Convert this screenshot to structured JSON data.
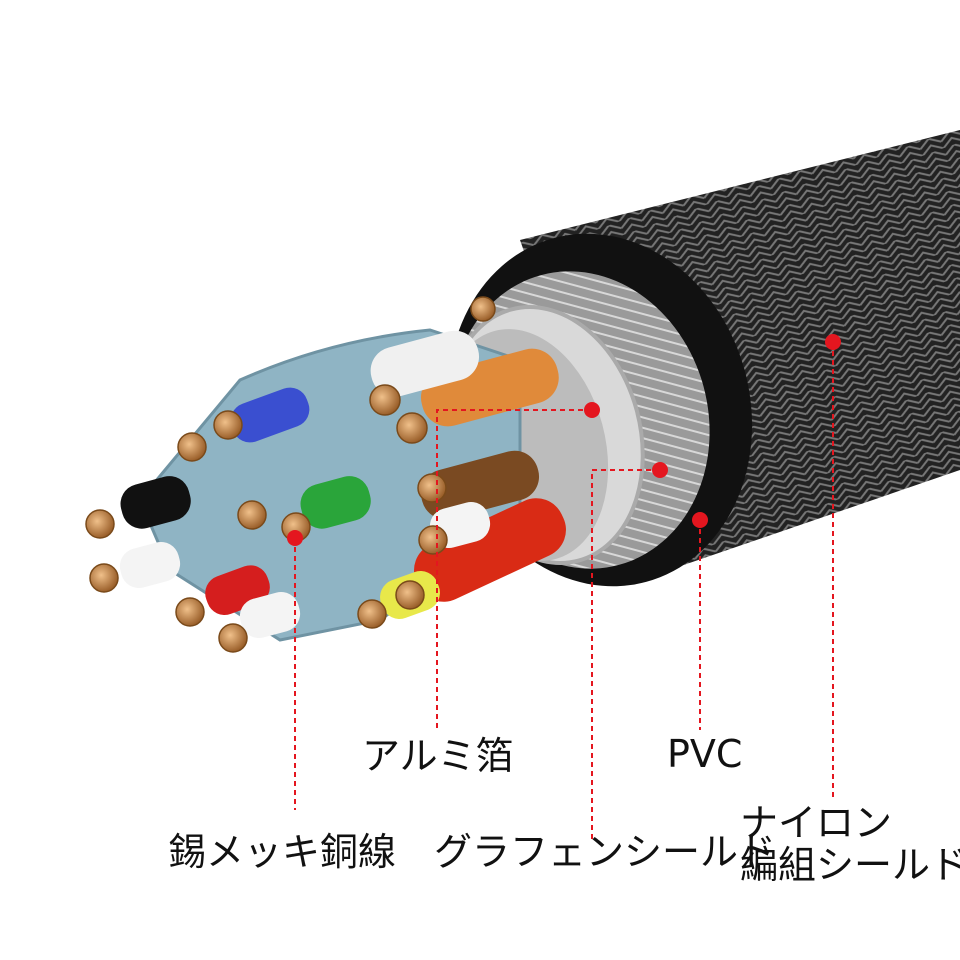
{
  "labels": {
    "tinned_copper": "錫メッキ銅線",
    "aluminum_foil": "アルミ箔",
    "graphene_shield": "グラフェンシールド",
    "pvc": "PVC",
    "nylon_line1": "ナイロン",
    "nylon_line2": "編組シールド"
  },
  "colors": {
    "marker": "#e4161f",
    "jacket": "#1a1a1a",
    "pair_sheath": "#8fb4c4",
    "copper": "#c98a4a"
  }
}
